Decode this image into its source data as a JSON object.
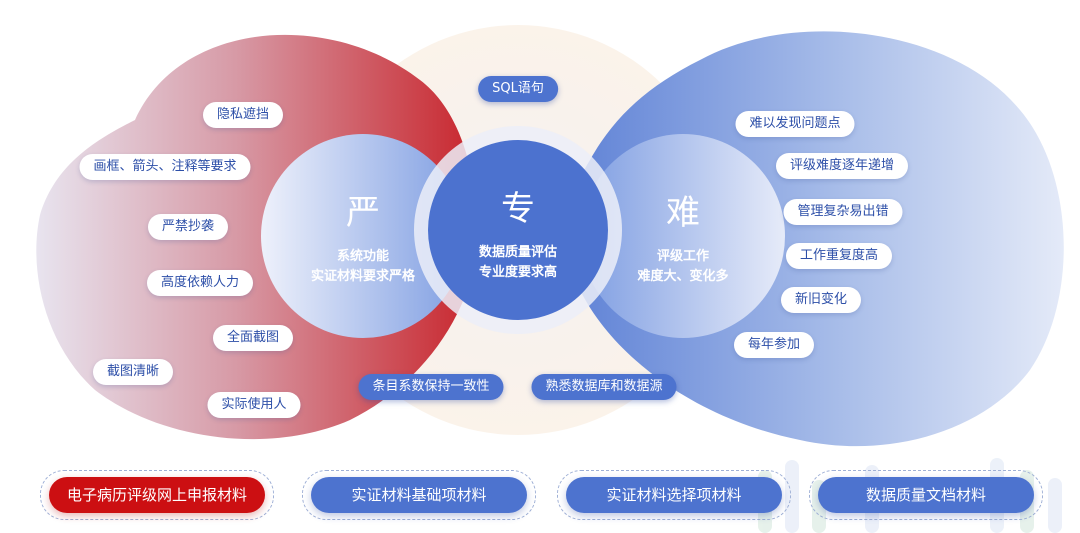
{
  "center": {
    "left": {
      "char": "严",
      "line1": "系统功能",
      "line2": "实证材料要求严格"
    },
    "middle": {
      "char": "专",
      "line1": "数据质量评估",
      "line2": "专业度要求高"
    },
    "right": {
      "char": "难",
      "line1": "评级工作",
      "line2": "难度大、变化多"
    }
  },
  "left_tags": [
    "隐私遮挡",
    "画框、箭头、注释等要求",
    "严禁抄袭",
    "高度依赖人力",
    "全面截图",
    "截图清晰",
    "实际使用人"
  ],
  "right_tags": [
    "难以发现问题点",
    "评级难度逐年递增",
    "管理复杂易出错",
    "工作重复度高",
    "新旧变化",
    "每年参加"
  ],
  "middle_tags": {
    "top": "SQL语句",
    "bottom_left": "条目系数保持一致性",
    "bottom_right": "熟悉数据库和数据源"
  },
  "bottom_buttons": [
    "电子病历评级网上申报材料",
    "实证材料基础项材料",
    "实证材料选择项材料",
    "数据质量文档材料"
  ],
  "colors": {
    "red": "#cc0f12",
    "blue": "#4d73cf",
    "tag_text": "#2d4fa8"
  }
}
